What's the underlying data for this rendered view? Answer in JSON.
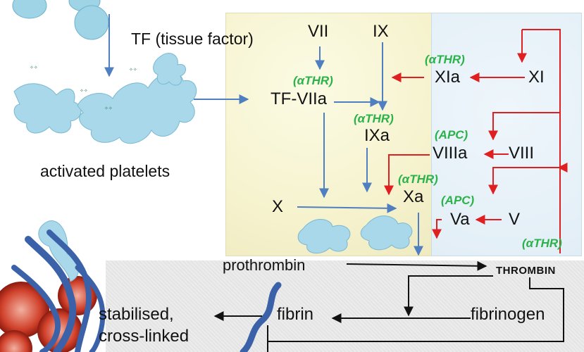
{
  "labels": {
    "tf": "TF (tissue factor)",
    "activated_platelets": "activated platelets",
    "vii": "VII",
    "ix": "IX",
    "tf_viia": "TF-VIIa",
    "ixa": "IXa",
    "x": "X",
    "xa": "Xa",
    "xia": "XIa",
    "xi": "XI",
    "viiia": "VIIIa",
    "viii": "VIII",
    "va": "Va",
    "v": "V",
    "prothrombin": "prothrombin",
    "thrombin": "THROMBIN",
    "fibrinogen": "fibrinogen",
    "fibrin": "fibrin",
    "stabilised": "stabilised,",
    "cross_linked": "cross-linked"
  },
  "regulators": {
    "athr_1": "(αTHR)",
    "athr_2": "(αTHR)",
    "athr_3": "(αTHR)",
    "athr_4": "(αTHR)",
    "athr_5": "(αTHR)",
    "apc_1": "(APC)",
    "apc_2": "(APC)"
  },
  "colors": {
    "blue_arrow": "#4f7fc0",
    "red_arrow": "#e02020",
    "black_arrow": "#111111",
    "green_text": "#2bb24a",
    "platelet": "#9fd3e6"
  }
}
